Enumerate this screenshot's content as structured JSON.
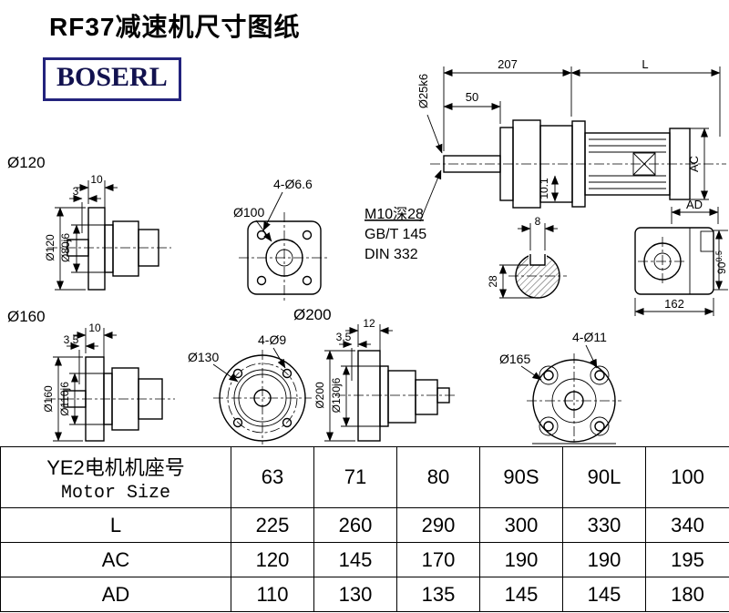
{
  "page": {
    "title": "RF37减速机尺寸图纸",
    "logo": "BOSERL"
  },
  "main_view": {
    "dim_207": "207",
    "dim_L": "L",
    "dim_50": "50",
    "dim_shaft": "Ø25k6",
    "dim_AC": "AC",
    "dim_10_1": "10.1",
    "note_thread": "M10深28",
    "note_gb": "GB/T 145",
    "note_din": "DIN 332"
  },
  "flange120": {
    "label": "Ø120",
    "dim_thickness": "10",
    "dim_step": "3",
    "dim_outer": "Ø120",
    "dim_spigot": "Ø80j6"
  },
  "square_flange": {
    "dim_center": "Ø100",
    "dim_holes": "4-Ø6.6"
  },
  "shaft_section": {
    "dim_key_width": "8",
    "dim_height": "28"
  },
  "rear_view": {
    "dim_AD": "AD",
    "dim_height": "90",
    "dim_tol": "0.5",
    "dim_width": "162"
  },
  "flange160": {
    "label": "Ø160",
    "dim_thickness": "10",
    "dim_step": "3.5",
    "dim_outer": "Ø160",
    "dim_spigot": "Ø110j6"
  },
  "flange200_face": {
    "label": "Ø200",
    "dim_spigot": "Ø130",
    "dim_holes": "4-Ø9"
  },
  "flange200_side": {
    "dim_thickness": "12",
    "dim_step": "3.5",
    "dim_outer": "Ø200",
    "dim_spigot": "Ø130j6"
  },
  "flange165_face": {
    "label": "Ø165",
    "dim_holes": "4-Ø11"
  },
  "table": {
    "header_cn": "YE2电机机座号",
    "header_en": "Motor Size",
    "sizes": [
      "63",
      "71",
      "80",
      "90S",
      "90L",
      "100"
    ],
    "rows": [
      {
        "label": "L",
        "values": [
          "225",
          "260",
          "290",
          "300",
          "330",
          "340"
        ]
      },
      {
        "label": "AC",
        "values": [
          "120",
          "145",
          "170",
          "190",
          "190",
          "195"
        ]
      },
      {
        "label": "AD",
        "values": [
          "110",
          "130",
          "135",
          "145",
          "145",
          "180"
        ]
      }
    ]
  }
}
